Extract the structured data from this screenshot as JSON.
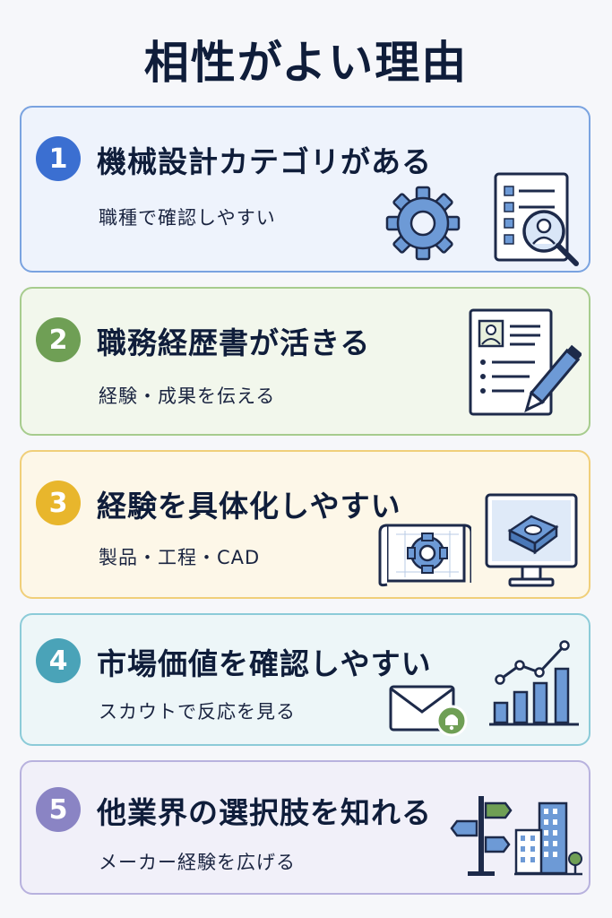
{
  "title": "相性がよい理由",
  "colors": {
    "blue": "#3b6fd1",
    "green": "#6f9f55",
    "yellow": "#e8b62c",
    "teal": "#4aa3b8",
    "purple": "#8a84c4"
  },
  "items": [
    {
      "number": "1",
      "heading": "機械設計カテゴリがある",
      "sub": "職種で確認しやすい",
      "icons": [
        "gear-icon",
        "profile-search-icon"
      ]
    },
    {
      "number": "2",
      "heading": "職務経歴書が活きる",
      "sub": "経験・成果を伝える",
      "icons": [
        "resume-pen-icon"
      ]
    },
    {
      "number": "3",
      "heading": "経験を具体化しやすい",
      "sub": "製品・工程・CAD",
      "icons": [
        "blueprint-icon",
        "cad-monitor-icon"
      ]
    },
    {
      "number": "4",
      "heading": "市場価値を確認しやすい",
      "sub": "スカウトで反応を見る",
      "icons": [
        "mail-bell-icon",
        "bar-chart-icon"
      ]
    },
    {
      "number": "5",
      "heading": "他業界の選択肢を知れる",
      "sub": "メーカー経験を広げる",
      "icons": [
        "signpost-icon",
        "buildings-icon"
      ]
    }
  ]
}
